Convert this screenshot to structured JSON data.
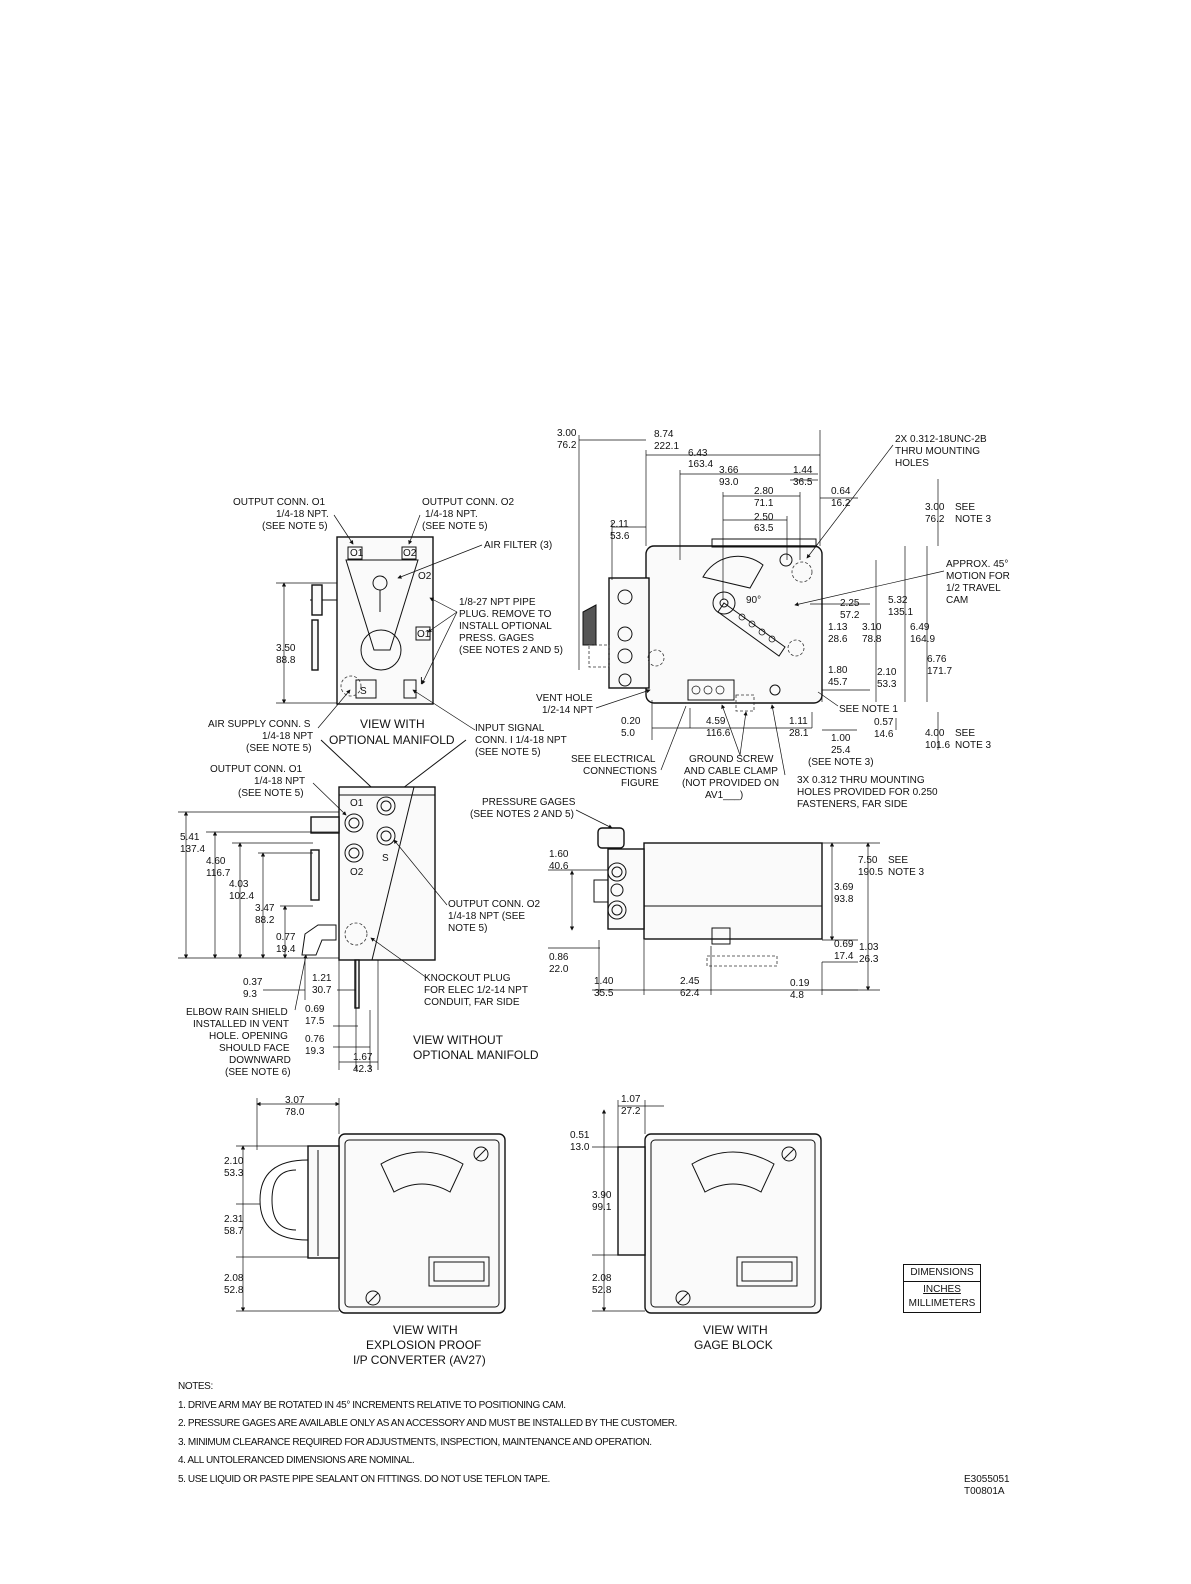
{
  "dims": {
    "d300": [
      "3.00",
      "76.2"
    ],
    "d874": [
      "8.74",
      "222.1"
    ],
    "d643": [
      "6.43",
      "163.4"
    ],
    "d366": [
      "3.66",
      "93.0"
    ],
    "d144": [
      "1.44",
      "36.5"
    ],
    "d280": [
      "2.80",
      "71.1"
    ],
    "d250": [
      "2.50",
      "63.5"
    ],
    "d064": [
      "0.64",
      "16.2"
    ],
    "d211": [
      "2.11",
      "53.6"
    ],
    "d300b": [
      "3.00",
      "76.2"
    ],
    "d225": [
      "2.25",
      "57.2"
    ],
    "d532": [
      "5.32",
      "135.1"
    ],
    "d113": [
      "1.13",
      "28.6"
    ],
    "d310": [
      "3.10",
      "78.8"
    ],
    "d649": [
      "6.49",
      "164.9"
    ],
    "d676": [
      "6.76",
      "171.7"
    ],
    "d180": [
      "1.80",
      "45.7"
    ],
    "d210": [
      "2.10",
      "53.3"
    ],
    "d020": [
      "0.20",
      "5.0"
    ],
    "d459": [
      "4.59",
      "116.6"
    ],
    "d111": [
      "1.11",
      "28.1"
    ],
    "d100": [
      "1.00",
      "25.4"
    ],
    "d057": [
      "0.57",
      "14.6"
    ],
    "d400": [
      "4.00",
      "101.6"
    ],
    "d350": [
      "3.50",
      "88.8"
    ],
    "d541": [
      "5.41",
      "137.4"
    ],
    "d460": [
      "4.60",
      "116.7"
    ],
    "d403": [
      "4.03",
      "102.4"
    ],
    "d347": [
      "3.47",
      "88.2"
    ],
    "d077": [
      "0.77",
      "19.4"
    ],
    "d037": [
      "0.37",
      "9.3"
    ],
    "d121": [
      "1.21",
      "30.7"
    ],
    "d069a": [
      "0.69",
      "17.5"
    ],
    "d076": [
      "0.76",
      "19.3"
    ],
    "d167": [
      "1.67",
      "42.3"
    ],
    "d160": [
      "1.60",
      "40.6"
    ],
    "d750": [
      "7.50",
      "190.5"
    ],
    "d369": [
      "3.69",
      "93.8"
    ],
    "d069b": [
      "0.69",
      "17.4"
    ],
    "d103": [
      "1.03",
      "26.3"
    ],
    "d086": [
      "0.86",
      "22.0"
    ],
    "d140": [
      "1.40",
      "35.5"
    ],
    "d245": [
      "2.45",
      "62.4"
    ],
    "d019": [
      "0.19",
      "4.8"
    ],
    "d307": [
      "3.07",
      "78.0"
    ],
    "d210b": [
      "2.10",
      "53.3"
    ],
    "d231": [
      "2.31",
      "58.7"
    ],
    "d208a": [
      "2.08",
      "52.8"
    ],
    "d107": [
      "1.07",
      "27.2"
    ],
    "d051": [
      "0.51",
      "13.0"
    ],
    "d390": [
      "3.90",
      "99.1"
    ],
    "d208b": [
      "2.08",
      "52.8"
    ]
  },
  "labels": {
    "see_note3": "SEE",
    "note3": "NOTE 3",
    "mounting_holes": [
      "2X 0.312-18UNC-2B",
      "THRU MOUNTING",
      "HOLES"
    ],
    "approx_motion": [
      "APPROX. 45°",
      "MOTION FOR",
      "1/2 TRAVEL",
      "CAM"
    ],
    "angle90": "90°",
    "see_note1": "SEE NOTE 1",
    "see_note3_paren": "(SEE NOTE 3)",
    "vent_hole": [
      "VENT HOLE",
      "1/2-14 NPT"
    ],
    "see_elec": [
      "SEE ELECTRICAL",
      "CONNECTIONS",
      "FIGURE"
    ],
    "ground_screw": [
      "GROUND SCREW",
      "AND CABLE CLAMP",
      "(NOT PROVIDED ON",
      "AV1___)"
    ],
    "thru_holes_3x": [
      "3X 0.312 THRU MOUNTING",
      "HOLES PROVIDED FOR 0.250",
      "FASTENERS, FAR SIDE"
    ],
    "output_o1": [
      "OUTPUT CONN. O1",
      "1/4-18 NPT.",
      "(SEE NOTE 5)"
    ],
    "output_o2": [
      "OUTPUT CONN. O2",
      "1/4-18 NPT.",
      "(SEE NOTE 5)"
    ],
    "air_filter": "AIR FILTER (3)",
    "pipe_plug": [
      "1/8-27 NPT PIPE",
      "PLUG. REMOVE TO",
      "INSTALL OPTIONAL",
      "PRESS. GAGES",
      "(SEE NOTES 2 AND 5)"
    ],
    "air_supply": [
      "AIR SUPPLY CONN. S",
      "1/4-18 NPT",
      "(SEE NOTE 5)"
    ],
    "view_with_manifold": [
      "VIEW WITH",
      "OPTIONAL MANIFOLD"
    ],
    "input_signal": [
      "INPUT SIGNAL",
      "CONN. I 1/4-18 NPT",
      "(SEE NOTE 5)"
    ],
    "output_o1b": [
      "OUTPUT CONN. O1",
      "1/4-18 NPT",
      "(SEE NOTE 5)"
    ],
    "pressure_gages": [
      "PRESSURE GAGES",
      "(SEE NOTES 2 AND 5)"
    ],
    "output_o2b": [
      "OUTPUT CONN. O2",
      "1/4-18 NPT (SEE",
      "NOTE 5)"
    ],
    "knockout": [
      "KNOCKOUT PLUG",
      "FOR ELEC 1/2-14 NPT",
      "CONDUIT, FAR SIDE"
    ],
    "elbow": [
      "ELBOW RAIN SHIELD",
      "INSTALLED IN VENT",
      "HOLE. OPENING",
      "SHOULD FACE",
      "DOWNWARD",
      "(SEE NOTE 6)"
    ],
    "view_without": [
      "VIEW WITHOUT",
      "OPTIONAL MANIFOLD"
    ],
    "view_explosion": [
      "VIEW WITH",
      "EXPLOSION PROOF",
      "I/P CONVERTER (AV27)"
    ],
    "view_gage": [
      "VIEW WITH",
      "GAGE BLOCK"
    ],
    "port_o1": "O1",
    "port_o2": "O2",
    "port_s": "S",
    "port_i": "I"
  },
  "legend": {
    "title": "DIMENSIONS",
    "inches": "INCHES",
    "mm": "MILLIMETERS"
  },
  "notes": {
    "heading": "NOTES:",
    "n1": "1. DRIVE ARM MAY BE ROTATED IN 45° INCREMENTS RELATIVE TO POSITIONING CAM.",
    "n2": "2. PRESSURE GAGES ARE AVAILABLE ONLY AS AN ACCESSORY AND MUST BE INSTALLED BY THE CUSTOMER.",
    "n3": "3. MINIMUM CLEARANCE REQUIRED FOR ADJUSTMENTS, INSPECTION, MAINTENANCE AND OPERATION.",
    "n4": "4. ALL UNTOLERANCED DIMENSIONS ARE NOMINAL.",
    "n5": "5. USE LIQUID OR PASTE PIPE SEALANT ON FITTINGS. DO NOT USE TEFLON TAPE."
  },
  "doc_ids": {
    "id1": "E3055051",
    "id2": "T00801A"
  }
}
